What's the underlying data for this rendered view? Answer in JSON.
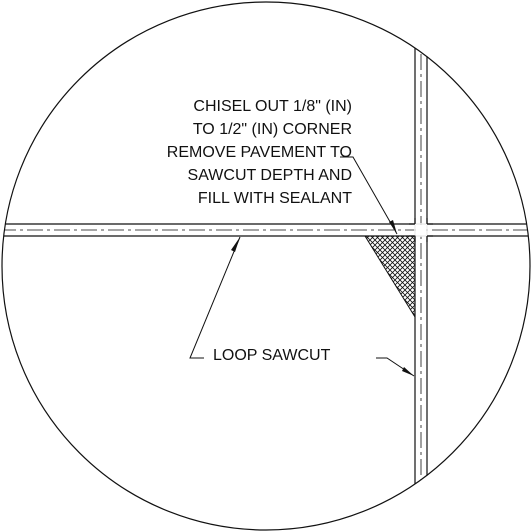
{
  "colors": {
    "ink": "#111111",
    "background": "#ffffff"
  },
  "notes": {
    "chisel": {
      "lines": [
        "CHISEL OUT 1/8\" (IN)",
        "TO 1/2\" (IN) CORNER",
        "REMOVE PAVEMENT TO",
        "SAWCUT DEPTH AND",
        "FILL WITH SEALANT"
      ]
    },
    "loop": {
      "label": "LOOP SAWCUT"
    }
  }
}
